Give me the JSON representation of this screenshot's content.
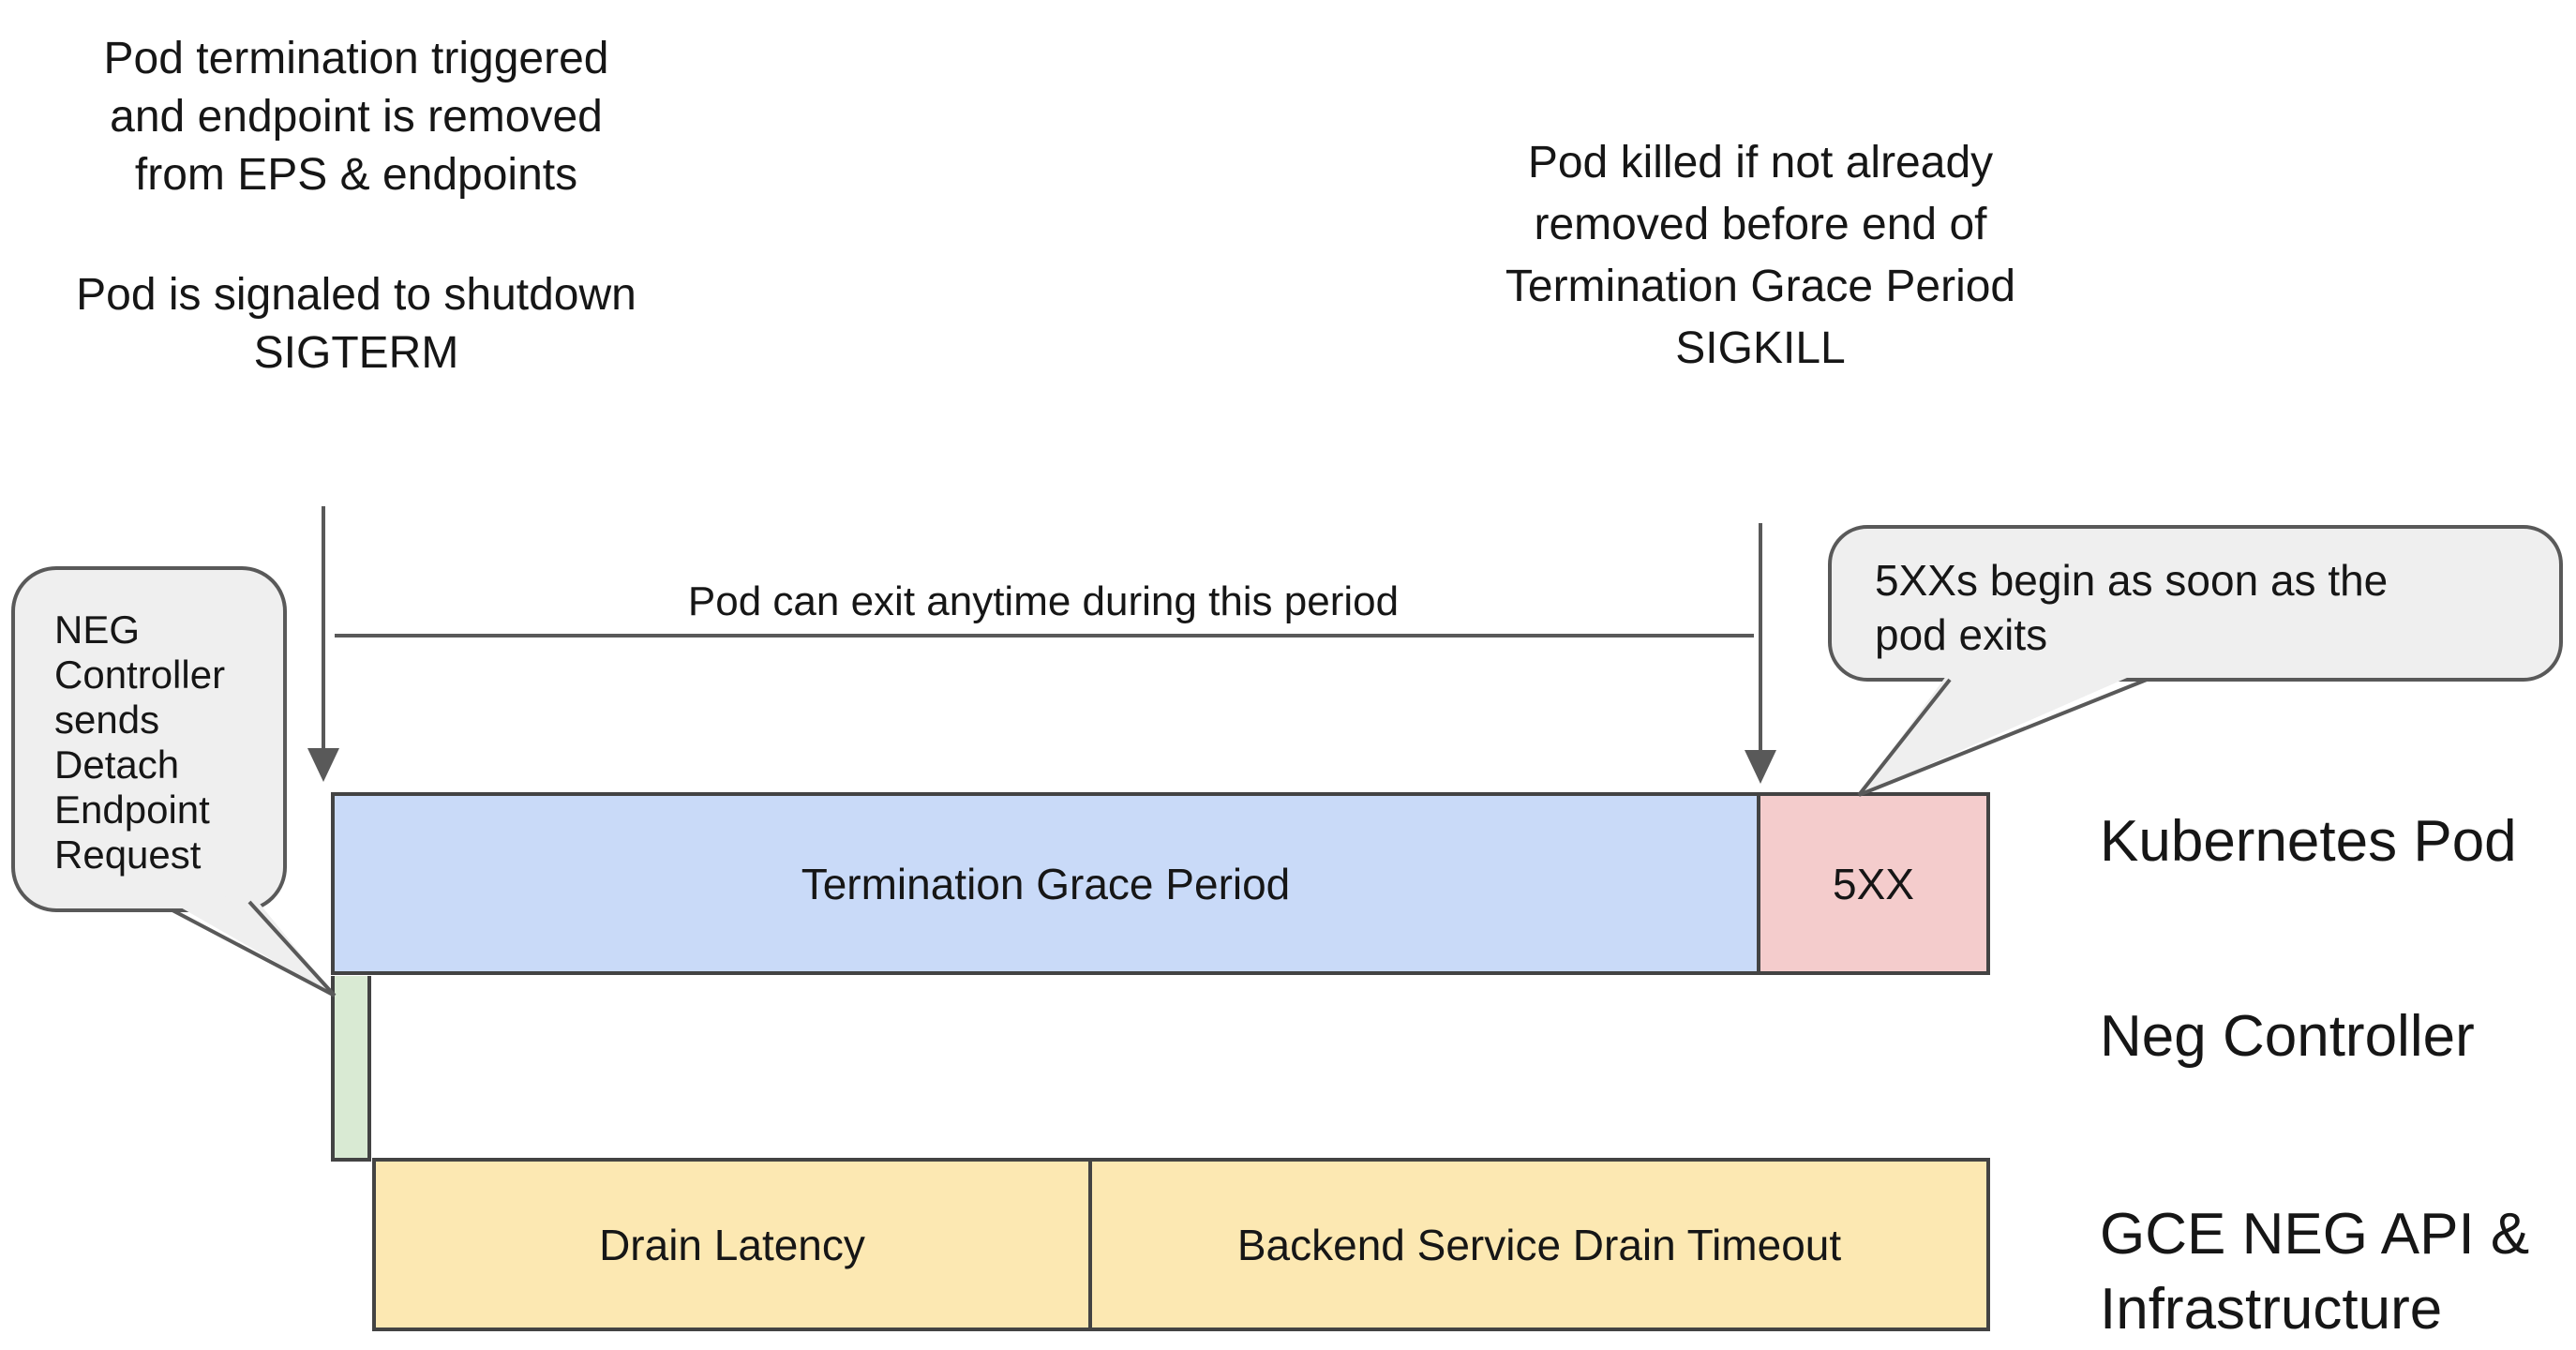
{
  "notes": {
    "top_left_primary": "Pod termination triggered\nand endpoint is removed\nfrom EPS & endpoints",
    "top_left_secondary": "Pod is signaled to shutdown\nSIGTERM",
    "top_right": "Pod killed if not already\nremoved before end of\nTermination Grace Period\nSIGKILL",
    "period": "Pod can exit anytime during this period"
  },
  "callouts": {
    "left": "NEG\nController\nsends\nDetach\nEndpoint\nRequest",
    "right": "5XXs begin as soon as the\npod exits"
  },
  "timeline": {
    "kubernetes_pod": {
      "grace_period": "Termination Grace Period",
      "errors": "5XX"
    },
    "gce": {
      "drain_latency": "Drain Latency",
      "backend_drain": "Backend Service Drain Timeout"
    }
  },
  "row_labels": {
    "kubernetes_pod": "Kubernetes Pod",
    "neg_controller": "Neg Controller",
    "gce": "GCE NEG API &\nInfrastructure"
  },
  "colors": {
    "grace_period_fill": "#c9daf8",
    "error_fill": "#f4cccc",
    "neg_controller_fill": "#d9ead3",
    "gce_fill": "#fce8b2",
    "callout_fill": "#efefef",
    "bar_outline": "#434343",
    "connector": "#595959",
    "text": "#161616"
  }
}
